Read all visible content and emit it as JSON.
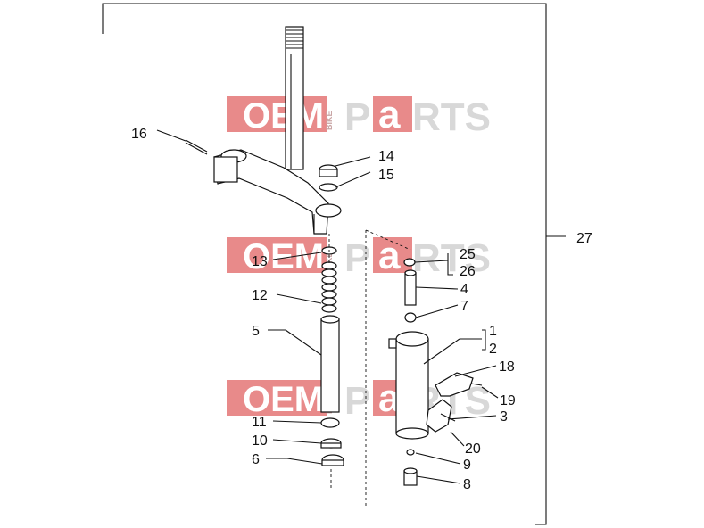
{
  "watermark": {
    "oem": "OEM",
    "bike": "BIKE",
    "p": "P",
    "a": "a",
    "rts": "RTS"
  },
  "callouts": {
    "c1": "1",
    "c2": "2",
    "c3": "3",
    "c4": "4",
    "c5": "5",
    "c6": "6",
    "c7": "7",
    "c8": "8",
    "c9": "9",
    "c10": "10",
    "c11": "11",
    "c12": "12",
    "c13": "13",
    "c14": "14",
    "c15": "15",
    "c16": "16",
    "c18": "18",
    "c19": "19",
    "c20": "20",
    "c25": "25",
    "c26": "26",
    "c27": "27"
  },
  "colors": {
    "watermark_red": "#e88a8a",
    "watermark_grey": "#d8d8d8",
    "line": "#111111"
  }
}
